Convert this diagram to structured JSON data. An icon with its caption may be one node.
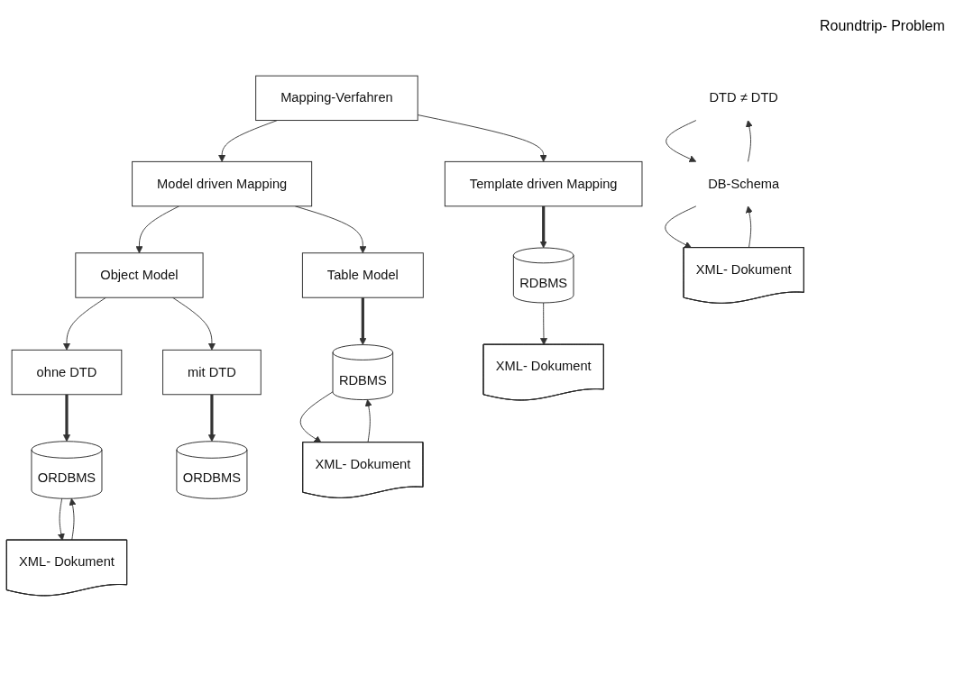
{
  "diagram": {
    "nodes": [
      {
        "text": [
          "Mapping-Verfahren"
        ]
      },
      {
        "text": [
          "Template driven Mapping"
        ]
      },
      {
        "text": [
          "Model driven Mapping"
        ]
      },
      {
        "text": [
          "Table Model"
        ]
      },
      {
        "text": [
          "Object Model"
        ]
      },
      {
        "text": [
          "ohne DTD"
        ]
      },
      {
        "text": [
          "mit DTD"
        ]
      },
      {
        "text": [
          "RDBMS"
        ]
      },
      {
        "text": [
          "RDBMS"
        ]
      },
      {
        "text": [
          "ORDBMS"
        ]
      },
      {
        "text": [
          "ORDBMS"
        ]
      },
      {
        "text": [
          "DTD ≠ DTD"
        ]
      },
      {
        "text": [
          "DB-Schema"
        ]
      },
      {
        "text": [
          "XML- Dokument"
        ]
      },
      {
        "text": [
          "XML- Dokument"
        ]
      },
      {
        "text": [
          "XML- Dokument"
        ]
      },
      {
        "text": [
          "XML- Dokument"
        ]
      }
    ],
    "edges": [
      {
        "from": 0,
        "to": 1,
        "arrow": "to"
      },
      {
        "from": 0,
        "to": 2,
        "arrow": "to"
      },
      {
        "from": 2,
        "to": 3,
        "arrow": "to"
      },
      {
        "from": 2,
        "to": 4,
        "arrow": "to"
      },
      {
        "from": 4,
        "to": 5,
        "arrow": "to"
      },
      {
        "from": 4,
        "to": 6,
        "arrow": "to"
      },
      {
        "from": 1,
        "to": 7,
        "arrow": "to",
        "style": "thick"
      },
      {
        "from": 3,
        "to": 8,
        "arrow": "to",
        "style": "thick"
      },
      {
        "from": 5,
        "to": 9,
        "arrow": "to",
        "style": "thick"
      },
      {
        "from": 6,
        "to": 10,
        "arrow": "to",
        "style": "thick"
      },
      {
        "from": 7,
        "to": 13,
        "arrow": "to"
      },
      {
        "from": 8,
        "to": 14,
        "arrow": "to"
      },
      {
        "from": 14,
        "to": 8,
        "arrow": "to"
      },
      {
        "from": 9,
        "to": 15,
        "arrow": "to"
      },
      {
        "from": 15,
        "to": 9,
        "arrow": "to"
      },
      {
        "from": 11,
        "to": 12,
        "arrow": "to"
      },
      {
        "from": 12,
        "to": 11,
        "arrow": "to"
      },
      {
        "from": 12,
        "to": 16,
        "arrow": "to"
      },
      {
        "from": 16,
        "to": 12,
        "arrow": "to"
      }
    ],
    "labels": [
      "Roundtrip- Problem"
    ]
  }
}
